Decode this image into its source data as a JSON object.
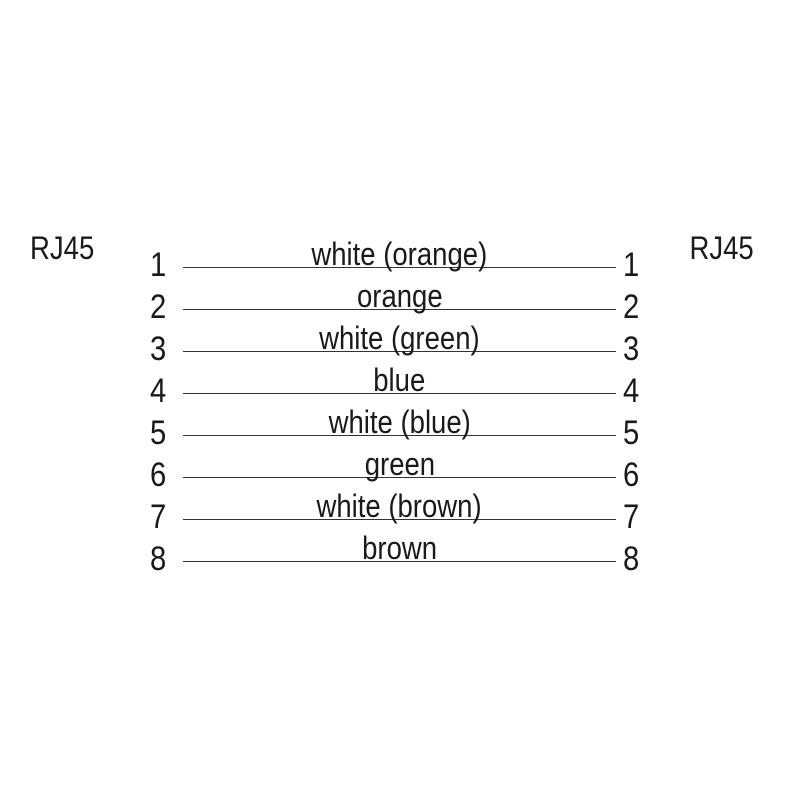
{
  "diagram": {
    "left_connector": "RJ45",
    "right_connector": "RJ45",
    "wires": [
      {
        "left_pin": "1",
        "right_pin": "1",
        "color": "white (orange)"
      },
      {
        "left_pin": "2",
        "right_pin": "2",
        "color": "orange"
      },
      {
        "left_pin": "3",
        "right_pin": "3",
        "color": "white (green)"
      },
      {
        "left_pin": "4",
        "right_pin": "4",
        "color": "blue"
      },
      {
        "left_pin": "5",
        "right_pin": "5",
        "color": "white (blue)"
      },
      {
        "left_pin": "6",
        "right_pin": "6",
        "color": "green"
      },
      {
        "left_pin": "7",
        "right_pin": "7",
        "color": "white (brown)"
      },
      {
        "left_pin": "8",
        "right_pin": "8",
        "color": "brown"
      }
    ]
  }
}
